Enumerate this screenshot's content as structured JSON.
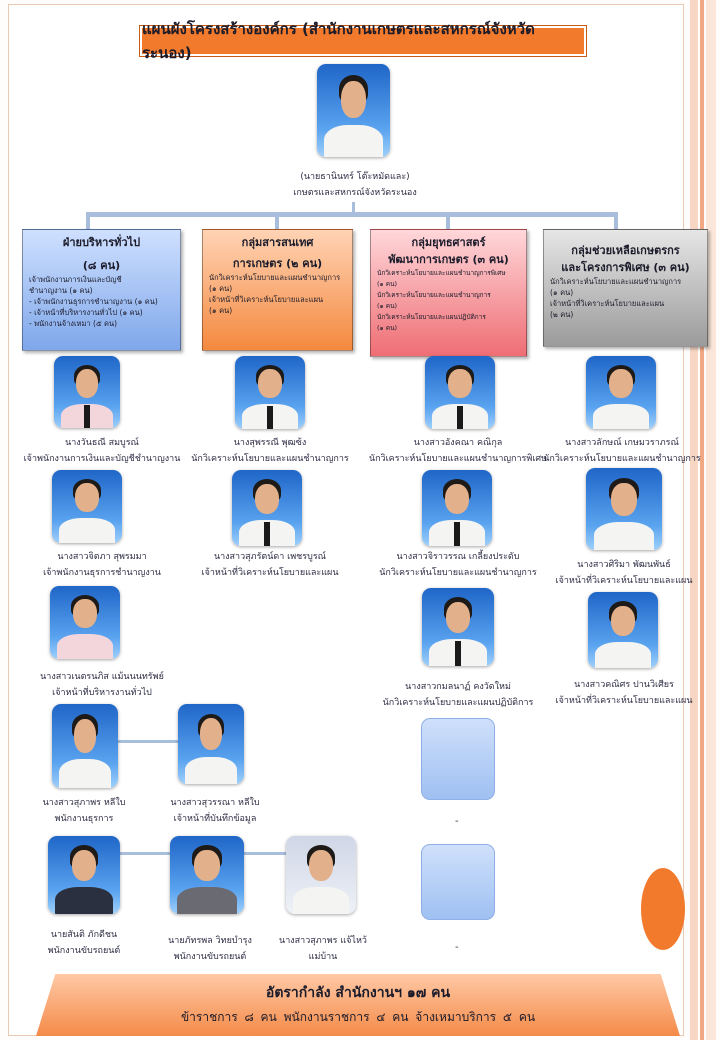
{
  "title": "แผนผังโครงสร้างองค์กร (สำนักงานเกษตรและสหกรณ์จังหวัดระนอง)",
  "head": {
    "name": "(นายธานินทร์ โต๊ะหมัดและ)",
    "position": "เกษตรและสหกรณ์จังหวัดระนอง"
  },
  "groups": [
    {
      "title1": "ฝ่ายบริหารทั่วไป",
      "title2": "(๘ คน)",
      "lines": [
        "เจ้าพนักงานการเงินและบัญชี",
        "ชำนาญงาน (๑ คน)",
        "- เจ้าพนักงานธุรการชำนาญงาน (๑ คน)",
        "- เจ้าหน้าที่บริหารงานทั่วไป (๑ คน)",
        "- พนักงานจ้างเหมา (๕ คน)"
      ]
    },
    {
      "title1": "กลุ่มสารสนเทศ",
      "title2": "การเกษตร (๒ คน)",
      "lines": [
        "นักวิเคราะห์นโยบายและแผนชำนาญการ",
        "(๑ คน)",
        "เจ้าหน้าที่วิเคราะห์นโยบายและแผน",
        "(๑ คน)"
      ]
    },
    {
      "title1": "กลุ่มยุทธศาสตร์",
      "title2": "พัฒนาการเกษตร (๓ คน)",
      "lines": [
        "นักวิเคราะห์นโยบายและแผนชำนาญการพิเศษ",
        "(๑ คน)",
        "นักวิเคราะห์นโยบายและแผนชำนาญการ",
        "(๑ คน)",
        "นักวิเคราะห์นโยบายและแผนปฏิบัติการ",
        "(๑ คน)"
      ]
    },
    {
      "title1": "กลุ่มช่วยเหลือเกษตรกร",
      "title2": "และโครงการพิเศษ (๓ คน)",
      "lines": [
        "นักวิเคราะห์นโยบายและแผนชำนาญการ",
        "(๑ คน)",
        "เจ้าหน้าที่วิเคราะห์นโยบายและแผน",
        "(๒ คน)"
      ]
    }
  ],
  "staff": [
    {
      "name": "นางวันธณี สมบูรณ์",
      "position": "เจ้าพนักงานการเงินและบัญชีชำนาญงาน"
    },
    {
      "name": "นางสาวจิตภา สุพรมมา",
      "position": "เจ้าพนักงานธุรการชำนาญงาน"
    },
    {
      "name": "นางสาวเนตรนภิส แม้นนนทรัพย์",
      "position": "เจ้าหน้าที่บริหารงานทั่วไป"
    },
    {
      "name": "นางสาวสุภาพร หลีใบ",
      "position": "พนักงานธุรการ"
    },
    {
      "name": "นางสาวสุวรรณา หลีใบ",
      "position": "เจ้าหน้าที่บันทึกข้อมูล"
    },
    {
      "name": "นายสันติ ภักดีชน",
      "position": "พนักงานขับรถยนต์"
    },
    {
      "name": "นายภัทรพล วิทยบำรุง",
      "position": "พนักงานขับรถยนต์"
    },
    {
      "name": "นางสาวสุภาพร แจ้ไหว้",
      "position": "แม่บ้าน"
    },
    {
      "name": "นางสุพรรณี พุฒซ้ง",
      "position": "นักวิเคราะห์นโยบายและแผนชำนาญการ"
    },
    {
      "name": "นางสาวสุภรัตน์ดา เพชรบูรณ์",
      "position": "เจ้าหน้าที่วิเคราะห์นโยบายและแผน"
    },
    {
      "name": "นางสาวอังคณา คณิกุล",
      "position": "นักวิเคราะห์นโยบายและแผนชำนาญการพิเศษ"
    },
    {
      "name": "นางสาวจิราวรรณ เกลี้ยงประดับ",
      "position": "นักวิเคราะห์นโยบายและแผนชำนาญการ"
    },
    {
      "name": "นางสาวกมลนาฏ์ คงวัดใหม่",
      "position": "นักวิเคราะห์นโยบายและแผนปฏิบัติการ"
    },
    {
      "name": "นางสาวลักษณ์ เกษมวราภรณ์",
      "position": "นักวิเคราะห์นโยบายและแผนชำนาญการ"
    },
    {
      "name": "นางสาวศิริมา พัฒนพันธ์",
      "position": "เจ้าหน้าที่วิเคราะห์นโยบายและแผน"
    },
    {
      "name": "นางสาวคณิศร ปานวิเศียร",
      "position": "เจ้าหน้าที่วิเคราะห์นโยบายและแผน"
    }
  ],
  "vacancy_marks": [
    "-",
    "-"
  ],
  "footer": {
    "line1": "อัตรากำลัง สำนักงานฯ ๑๗ คน",
    "line2": "ข้าราชการ ๘ คน   พนักงานราชการ ๔ คน   จ้างเหมาบริการ ๕ คน"
  }
}
